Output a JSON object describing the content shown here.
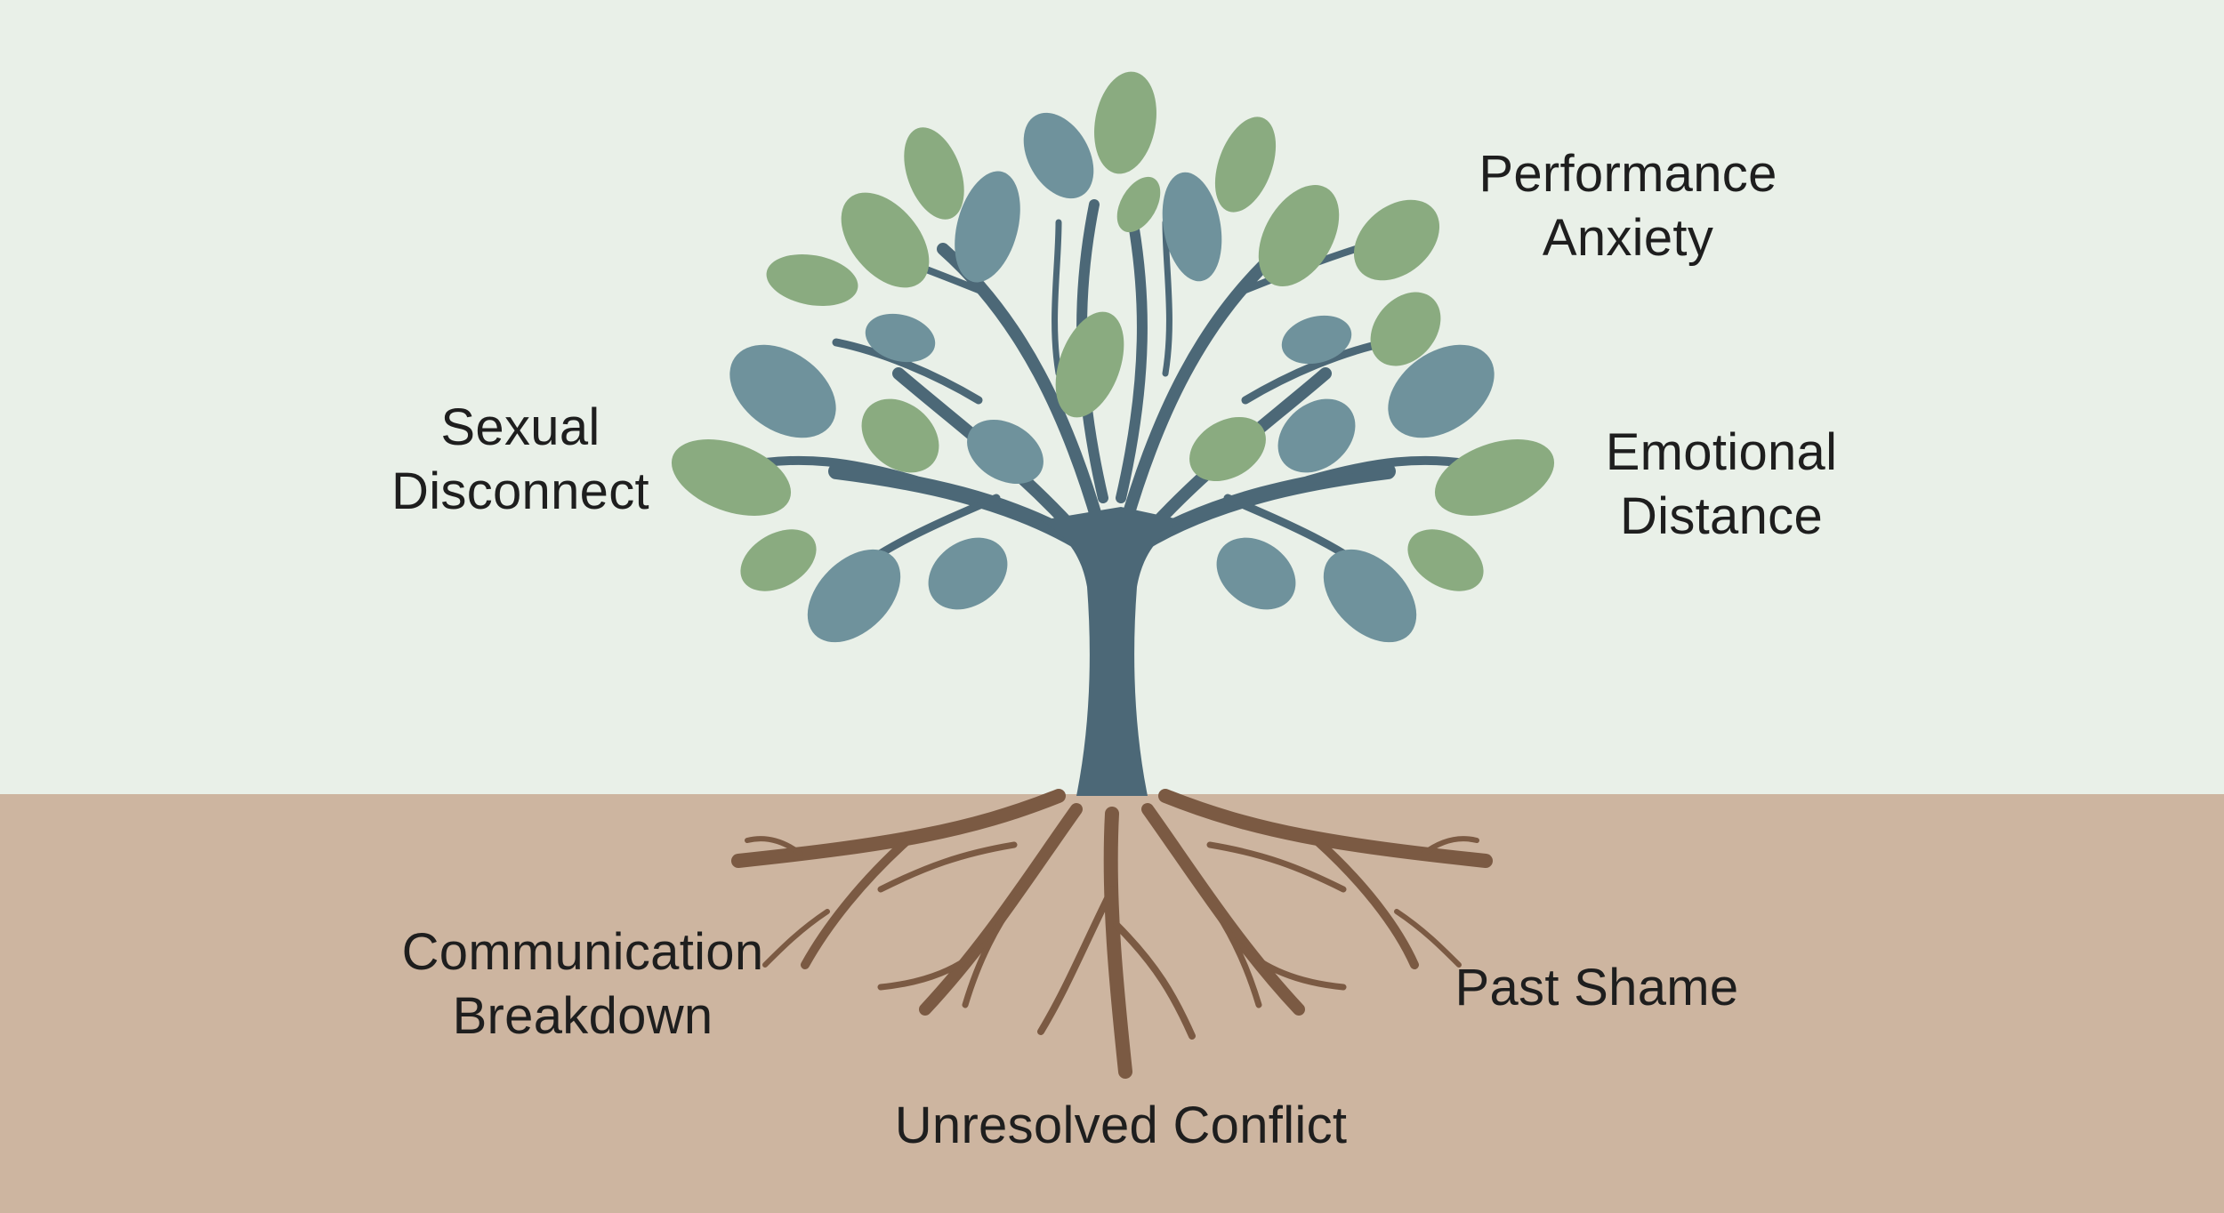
{
  "diagram": {
    "type": "tree-metaphor",
    "colors": {
      "sky": "#e9f0e8",
      "soil": "#cdb5a0",
      "trunk": "#4c6877",
      "roots": "#7b5a43",
      "leaf_green": "#8aab80",
      "leaf_blue": "#6f929c",
      "text": "#1e1e1e"
    },
    "branch_labels": [
      {
        "line1": "Sexual",
        "line2": "Disconnect"
      },
      {
        "line1": "Performance",
        "line2": "Anxiety"
      },
      {
        "line1": "Emotional",
        "line2": "Distance"
      }
    ],
    "root_labels": [
      {
        "line1": "Communication",
        "line2": "Breakdown"
      },
      {
        "line1": "Past Shame"
      },
      {
        "line1": "Unresolved Conflict"
      }
    ]
  }
}
